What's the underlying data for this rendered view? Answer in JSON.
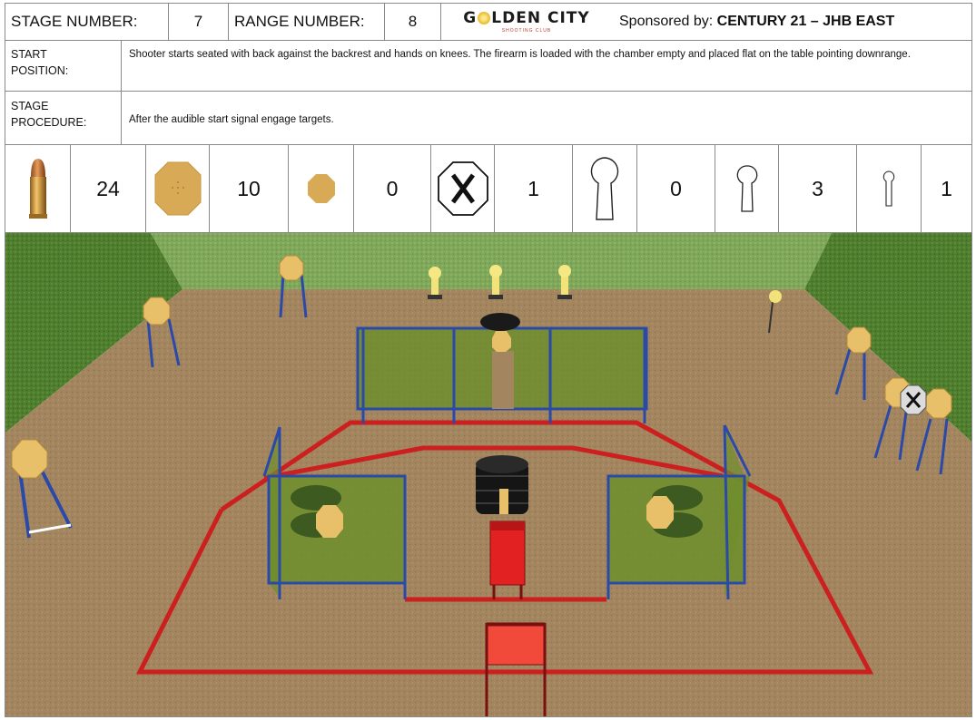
{
  "header": {
    "stage_label": "STAGE NUMBER:",
    "stage_number": "7",
    "range_label": "RANGE NUMBER:",
    "range_number": "8",
    "logo_text_left": "G",
    "logo_text_right": "LDEN CITY",
    "logo_subtext": "SHOOTING CLUB",
    "sponsor_prefix": "Sponsored by:",
    "sponsor_name": "CENTURY 21 – JHB EAST"
  },
  "start_position": {
    "label_line1": "START",
    "label_line2": "POSITION:",
    "text": "Shooter starts seated with back against the backrest and hands on knees. The firearm is loaded with the chamber empty and placed flat on the table pointing downrange."
  },
  "stage_procedure": {
    "label_line1": "STAGE",
    "label_line2": "PROCEDURE:",
    "text": "After the audible start signal engage targets."
  },
  "target_counts": [
    {
      "icon": "bullet-icon",
      "count": "24"
    },
    {
      "icon": "large-steel-plate-icon",
      "count": "10"
    },
    {
      "icon": "small-steel-plate-icon",
      "count": "0"
    },
    {
      "icon": "no-shoot-target-icon",
      "count": "1"
    },
    {
      "icon": "large-popper-icon",
      "count": "0"
    },
    {
      "icon": "medium-popper-icon",
      "count": "3"
    },
    {
      "icon": "small-popper-icon",
      "count": "1"
    }
  ],
  "colors": {
    "steel": "#d9aa55",
    "fence": "#cc1f1f",
    "barrier_frame": "#2b4aa8",
    "barrier_fill": "#6e8f2c",
    "ground": "#a3865f",
    "grass": "#4e7f2e"
  }
}
